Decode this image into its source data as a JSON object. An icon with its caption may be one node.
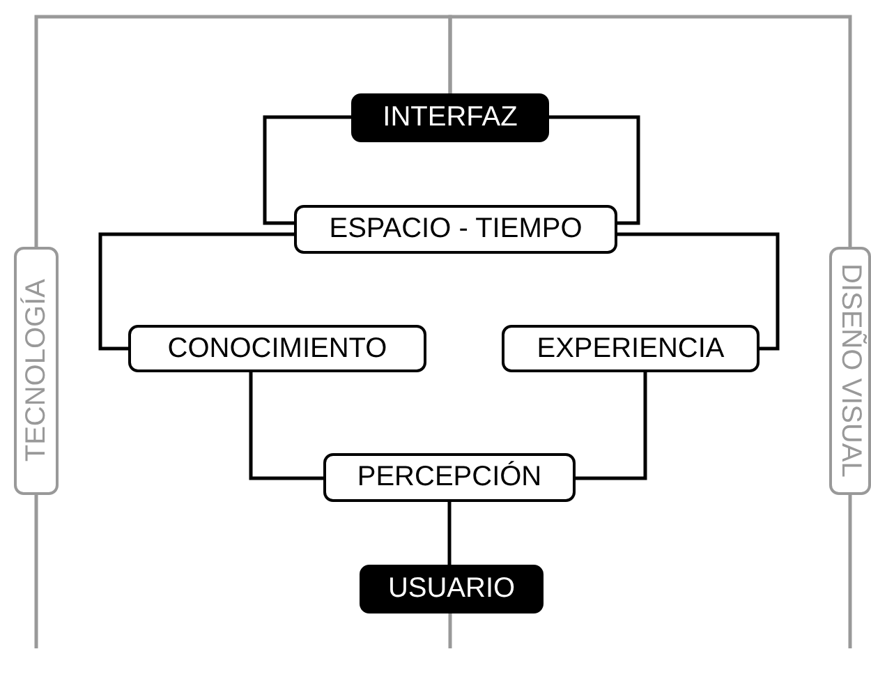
{
  "diagram": {
    "nodes": [
      {
        "text": [
          "TECNOLOGÍA"
        ]
      },
      {
        "text": [
          "DISEÑO VISUAL"
        ]
      },
      {
        "text": [
          "INTERFAZ"
        ]
      },
      {
        "text": [
          "ESPACIO - TIEMPO"
        ]
      },
      {
        "text": [
          "CONOCIMIENTO"
        ]
      },
      {
        "text": [
          "EXPERIENCIA"
        ]
      },
      {
        "text": [
          "PERCEPCIÓN"
        ]
      },
      {
        "text": [
          "USUARIO"
        ]
      }
    ],
    "edges": [
      {
        "from": 2,
        "to": 3,
        "arrow": "none"
      },
      {
        "from": 2,
        "to": 3,
        "arrow": "none"
      },
      {
        "from": 3,
        "to": 4,
        "arrow": "none"
      },
      {
        "from": 3,
        "to": 5,
        "arrow": "none"
      },
      {
        "from": 4,
        "to": 6,
        "arrow": "none"
      },
      {
        "from": 5,
        "to": 6,
        "arrow": "none"
      },
      {
        "from": 6,
        "to": 7,
        "arrow": "none"
      },
      {
        "from": 0,
        "to": 2,
        "arrow": "none",
        "color": "#999999"
      },
      {
        "from": 1,
        "to": 2,
        "arrow": "none",
        "color": "#999999"
      },
      {
        "from": 0,
        "to": null,
        "arrow": "none",
        "color": "#999999"
      },
      {
        "from": 1,
        "to": null,
        "arrow": "none",
        "color": "#999999"
      },
      {
        "from": 7,
        "to": null,
        "arrow": "none",
        "color": "#999999"
      }
    ]
  }
}
